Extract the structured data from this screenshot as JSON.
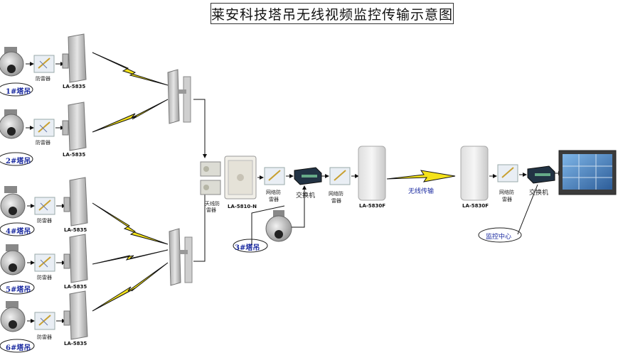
{
  "title": "莱安科技塔吊无线视频监控传输示意图",
  "cranes": {
    "c1": "1#塔吊",
    "c2": "2#塔吊",
    "c3": "3#塔吊",
    "c4": "4#塔吊",
    "c5": "5#塔吊",
    "c6": "6#塔吊"
  },
  "labels": {
    "arrester": "防雷器",
    "antenna_arrester_line1": "天线防",
    "antenna_arrester_line2": "雷器",
    "net_arrester_line1": "网络防",
    "net_arrester_line2": "雷器",
    "switch": "交换机",
    "wireless": "无线传输",
    "monitor_center": "监控中心"
  },
  "devices": {
    "cpe": "LA-5835",
    "base": "LA-5810-N",
    "bridge": "LA-5830F"
  },
  "colors": {
    "bolt": "#f4e21a",
    "label_blue": "#1a2aa0",
    "panel": "#d8d8d8",
    "switch": "#223344"
  }
}
